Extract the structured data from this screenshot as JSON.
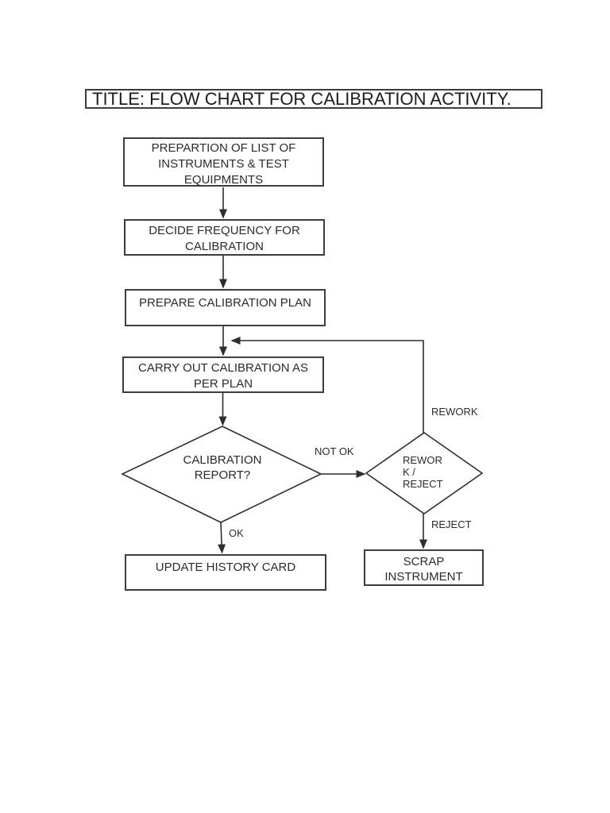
{
  "title": "TITLE: FLOW CHART FOR CALIBRATION ACTIVITY.",
  "colors": {
    "background": "#ffffff",
    "line": "#2e2e2e",
    "border": "#3d3d3d",
    "text": "#2b2b2b"
  },
  "nodes": {
    "prep": {
      "lines": [
        "PREPARTION OF LIST OF",
        "INSTRUMENTS & TEST",
        "EQUIPMENTS"
      ]
    },
    "decide": {
      "lines": [
        "DECIDE FREQUENCY FOR",
        "CALIBRATION"
      ]
    },
    "plan": {
      "lines": [
        "PREPARE CALIBRATION PLAN"
      ]
    },
    "carry": {
      "lines": [
        "CARRY OUT CALIBRATION AS",
        "PER PLAN"
      ]
    },
    "report": {
      "lines": [
        "CALIBRATION",
        "REPORT?"
      ]
    },
    "rework_reject": {
      "lines": [
        "REWOR",
        "K /",
        "REJECT"
      ]
    },
    "update": {
      "lines": [
        "UPDATE HISTORY CARD"
      ]
    },
    "scrap": {
      "lines": [
        "SCRAP",
        "INSTRUMENT"
      ]
    }
  },
  "edge_labels": {
    "not_ok": "NOT OK",
    "ok": "OK",
    "rework": "REWORK",
    "reject": "REJECT"
  }
}
